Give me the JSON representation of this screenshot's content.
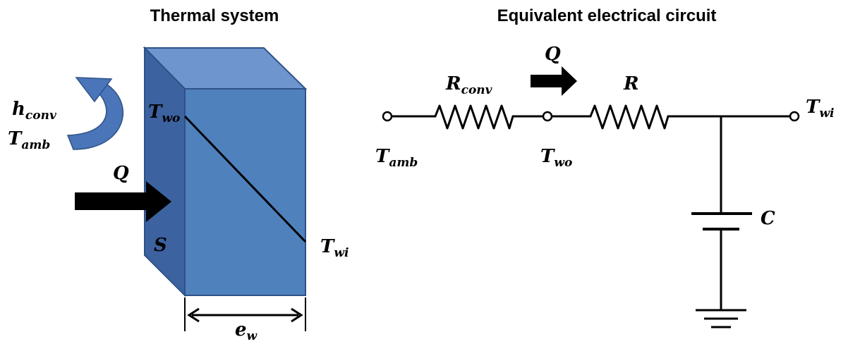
{
  "thermal": {
    "title": "Thermal system",
    "labels": {
      "h_main": "h",
      "h_sub": "conv",
      "tamb_main": "T",
      "tamb_sub": "amb",
      "q": "Q",
      "s": "S",
      "two_main": "T",
      "two_sub": "wo",
      "twi_main": "T",
      "twi_sub": "wi",
      "ew_main": "e",
      "ew_sub": "w"
    },
    "colors": {
      "front": "#4f81bd",
      "top": "#6f95ce",
      "side": "#3d62a0",
      "edge": "#2e5287",
      "arrow": "#4a75b8"
    }
  },
  "circuit": {
    "title": "Equivalent electrical circuit",
    "labels": {
      "rconv_main": "R",
      "rconv_sub": "conv",
      "r": "R",
      "q": "Q",
      "c": "C",
      "tamb_main": "T",
      "tamb_sub": "amb",
      "two_main": "T",
      "two_sub": "wo",
      "twi_main": "T",
      "twi_sub": "wi"
    }
  }
}
